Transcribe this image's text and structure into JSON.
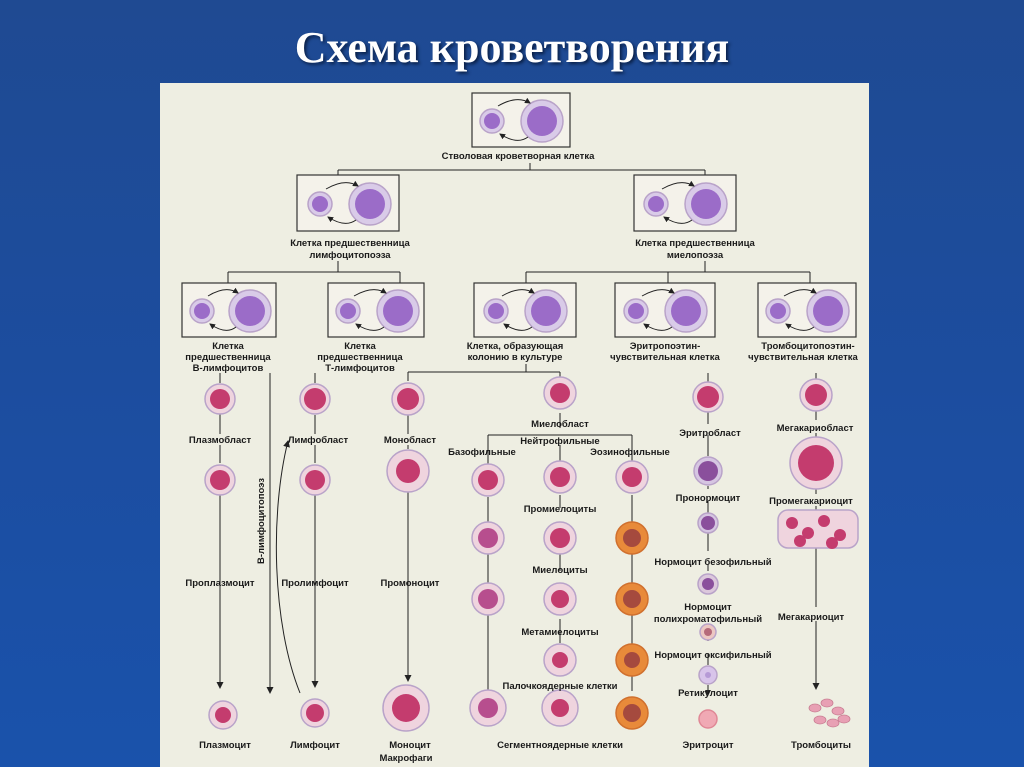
{
  "title": "Схема кроветворения",
  "colors": {
    "background": "#1f4a92",
    "panel": "#eeeee2",
    "stem_cell": "#9b6cc8",
    "red_cell": "#c43c6e",
    "eosinophil": "#e88a3a",
    "platelet": "#e8a0b4"
  },
  "labels": {
    "stem": "Стволовая кроветворная клетка",
    "lymph_prog_1": "Клетка предшественница",
    "lymph_prog_2": "лимфоцитопоэза",
    "myelo_prog_1": "Клетка предшественница",
    "myelo_prog_2": "миелопоэза",
    "b_prog_1": "Клетка",
    "b_prog_2": "предшественница",
    "b_prog_3": "В-лимфоцитов",
    "t_prog_1": "Клетка",
    "t_prog_2": "предшественница",
    "t_prog_3": "Т-лимфоцитов",
    "cfu_1": "Клетка, образующая",
    "cfu_2": "колонию в культуре",
    "ery_prog_1": "Эритропоэтин-",
    "ery_prog_2": "чувствительная клетка",
    "thr_prog_1": "Тромбоцитопоэтин-",
    "thr_prog_2": "чувствительная клетка",
    "plasmoblast": "Плазмобласт",
    "proplasmocyte": "Проплазмоцит",
    "plasmocyte": "Плазмоцит",
    "b_lymphopoiesis": "В-лимфоцитопоэз",
    "lymphoblast": "Лимфобласт",
    "prolymphocyte": "Пролимфоцит",
    "lymphocyte": "Лимфоцит",
    "monoblast": "Монобласт",
    "promonocyte": "Промоноцит",
    "monocyte": "Моноцит",
    "macrophages": "Макрофаги",
    "myeloblast": "Миелобласт",
    "neutrophilic": "Нейтрофильные",
    "basophilic": "Базофильные",
    "eosinophilic": "Эозинофильные",
    "promyelocytes": "Промиелоциты",
    "myelocytes": "Миелоциты",
    "metamyelocytes": "Метамиелоциты",
    "band_cells": "Палочкоядерные клетки",
    "segmented": "Сегментноядерные клетки",
    "erythroblast": "Эритробласт",
    "pronormocyte": "Пронормоцит",
    "normocyte_baso": "Нормоцит безофильный",
    "normocyte_poly_1": "Нормоцит",
    "normocyte_poly_2": "полихроматофильный",
    "normocyte_oxy": "Нормоцит оксифильный",
    "reticulocyte": "Ретикулоцит",
    "erythrocyte": "Эритроцит",
    "megakaryoblast": "Мегакариобласт",
    "promegakaryocyte": "Промегакариоцит",
    "megakaryocyte": "Мегакариоцит",
    "platelets": "Тромбоциты"
  }
}
